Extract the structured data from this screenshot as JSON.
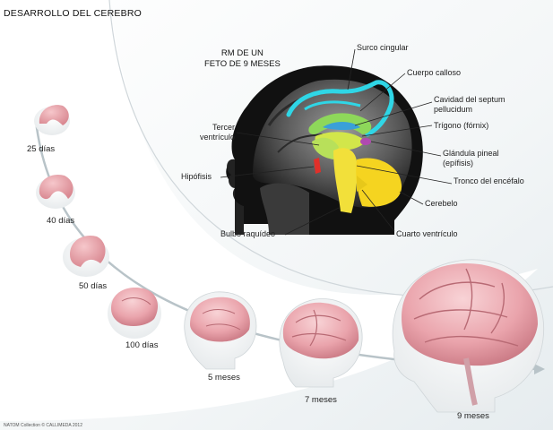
{
  "title": "DESARROLLO DEL CEREBRO",
  "mri_caption": {
    "line1": "RM DE UN",
    "line2": "FETO DE 9 MESES"
  },
  "labels": {
    "surco_cingular": "Surco cingular",
    "cuerpo_calloso": "Cuerpo calloso",
    "cavidad_line1": "Cavidad del septum",
    "cavidad_line2": "pellucidum",
    "trigono": "Trígono (fórnix)",
    "tercer_line1": "Tercer",
    "tercer_line2": "ventrículo",
    "glandula_line1": "Glándula pineal",
    "glandula_line2": "(epífisis)",
    "hipofisis": "Hipófisis",
    "tronco": "Tronco del encéfalo",
    "cerebelo": "Cerebelo",
    "bulbo": "Bulbo raquídeo",
    "cuarto": "Cuarto ventrículo"
  },
  "stages": [
    "25 días",
    "40 días",
    "50 días",
    "100 días",
    "5 meses",
    "7 meses",
    "9 meses"
  ],
  "credit": "NATOM Collection © CALLIMEDA 2012",
  "colors": {
    "cingulate": "#2fd6e6",
    "corpus_callosum": "#8ed85a",
    "septum": "#3aa0d8",
    "fornix": "#d2e64a",
    "pineal": "#b04ab0",
    "pituitary": "#e0302a",
    "brainstem": "#f2e03a",
    "cerebellum": "#f5d420",
    "brain_pink": "#eaa4ac"
  }
}
